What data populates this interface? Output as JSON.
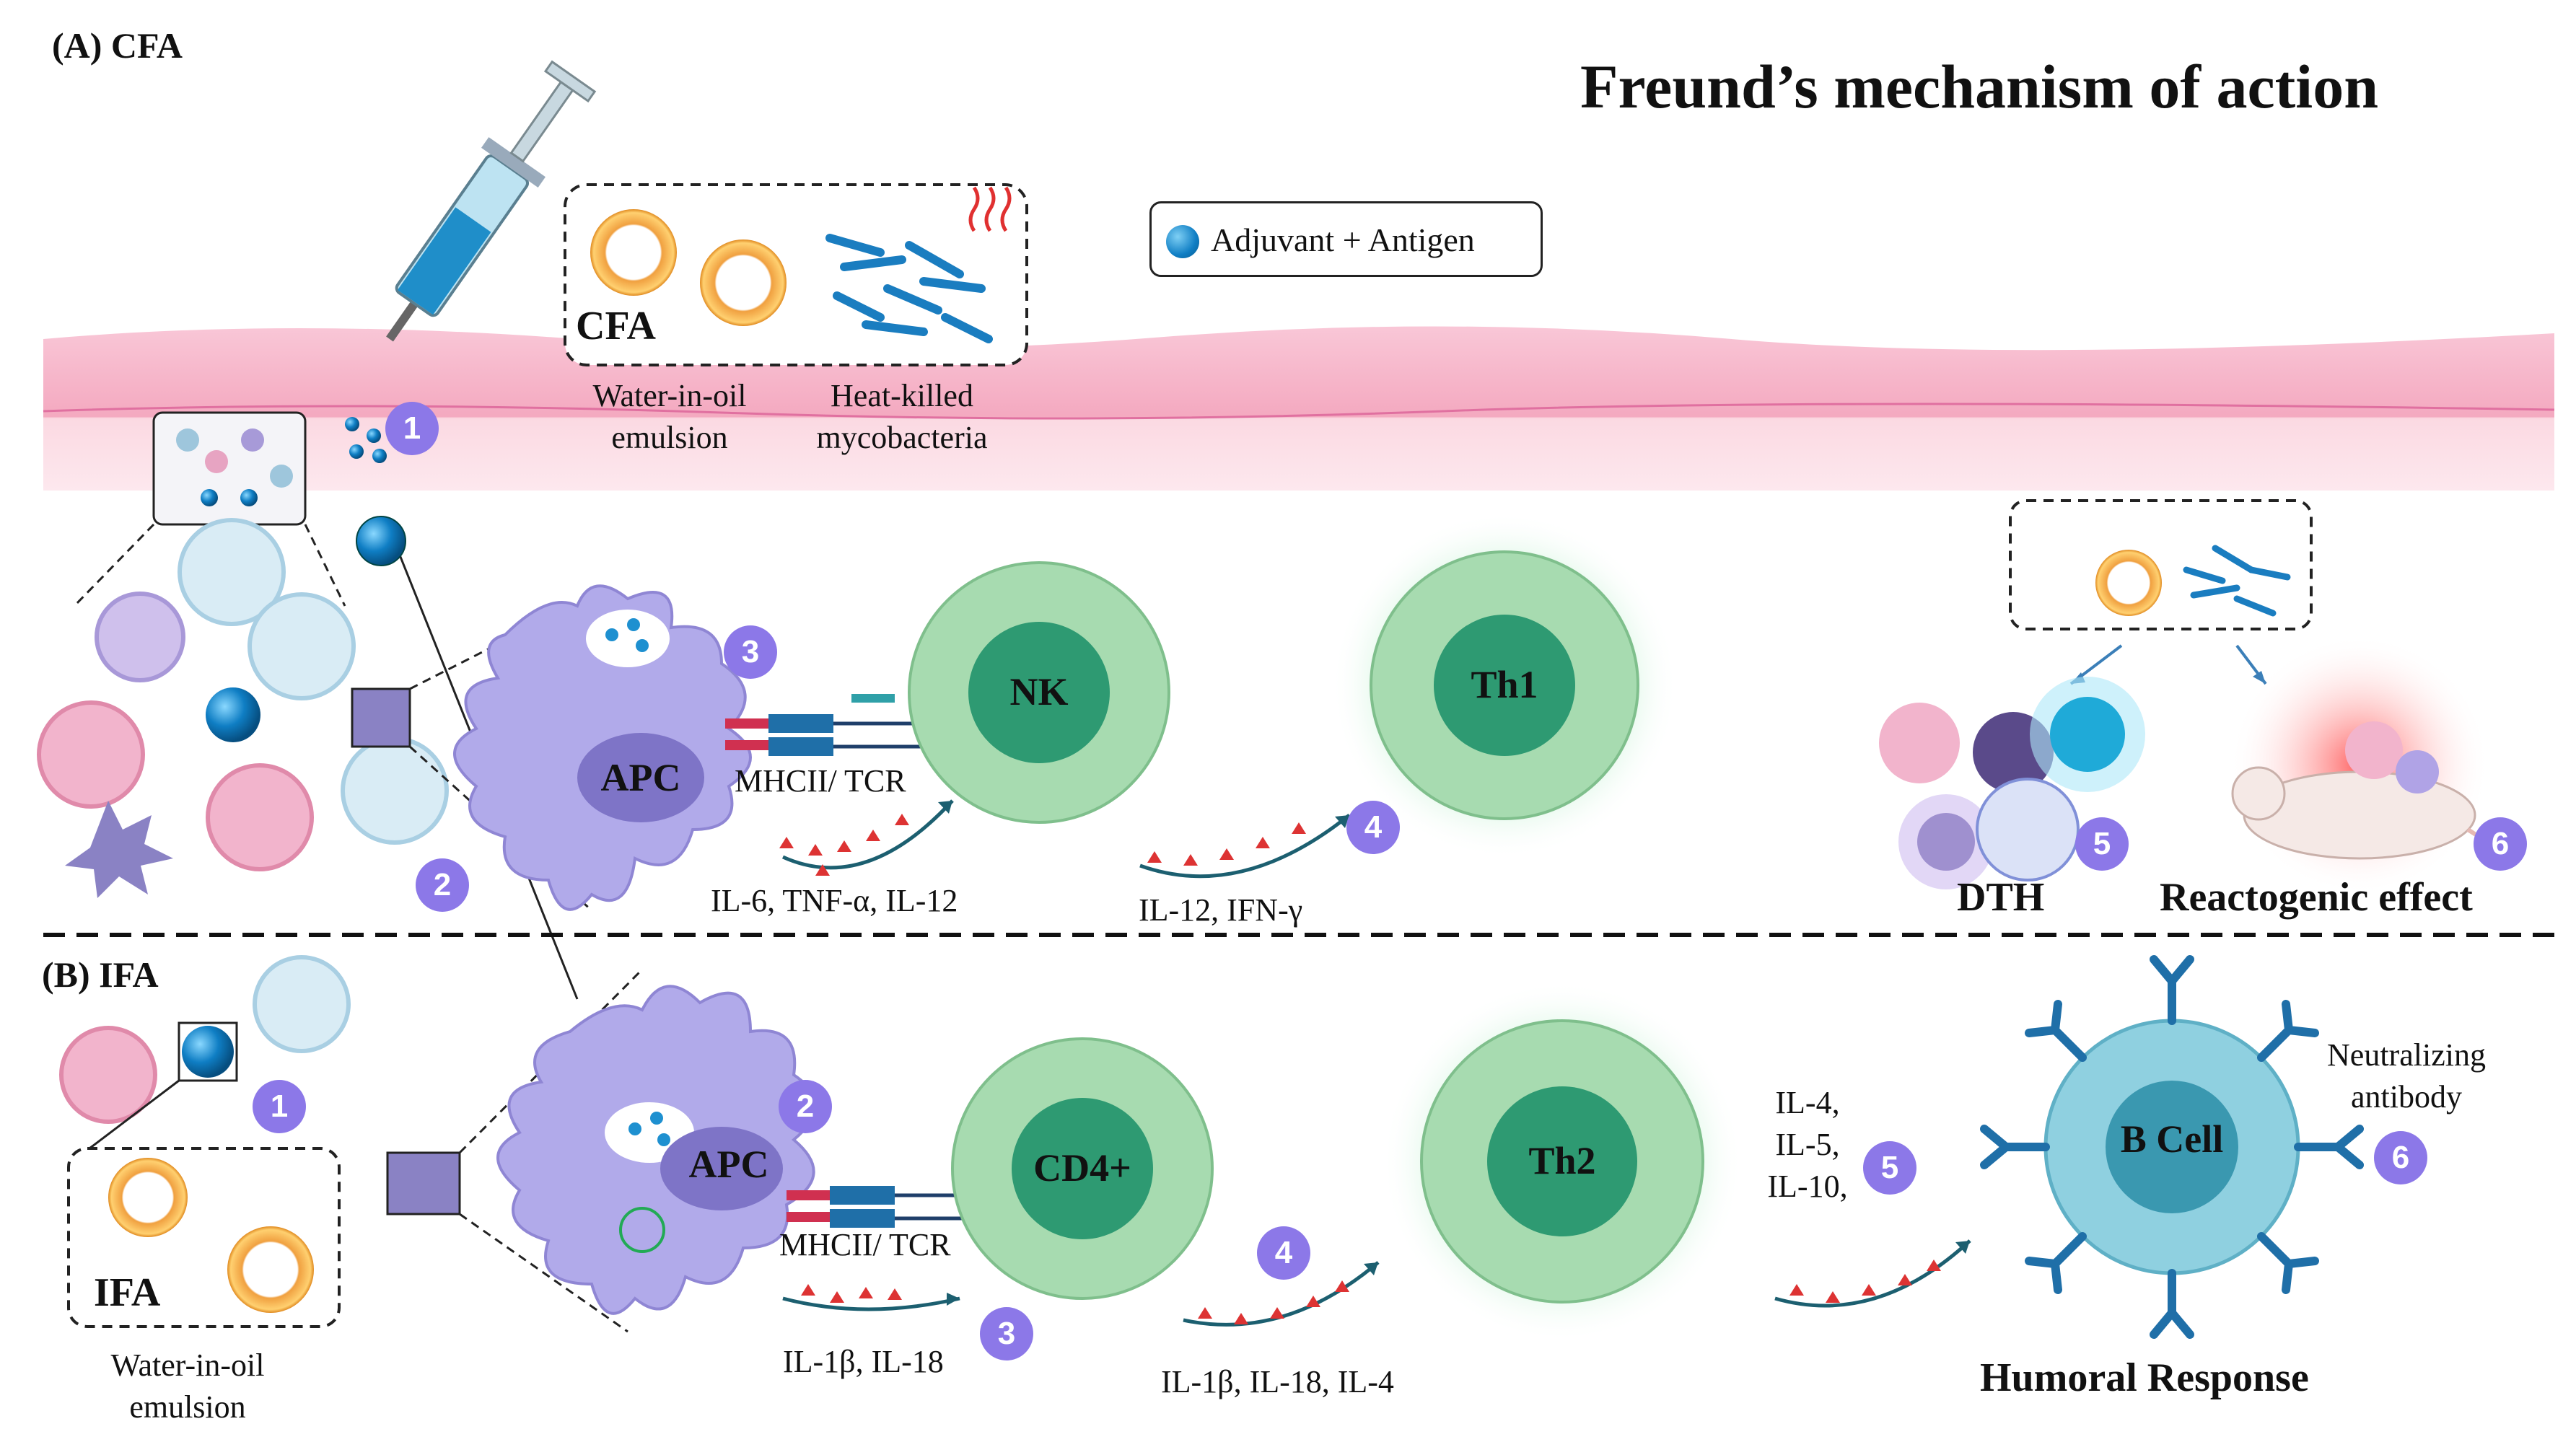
{
  "title": "Freund’s mechanism of action",
  "legend": {
    "label": "Adjuvant + Antigen"
  },
  "panel_a": {
    "heading": "(A) CFA",
    "box_label": "CFA",
    "emulsion_label_line1": "Water-in-oil",
    "emulsion_label_line2": "emulsion",
    "myco_label_line1": "Heat-killed",
    "myco_label_line2": "mycobacteria",
    "apc": "APC",
    "receptor": "MHCII/ TCR",
    "cell1": "NK",
    "cell2": "Th1",
    "cytokines1": "IL-6, TNF-α, IL-12",
    "cytokines2": "IL-12, IFN-γ",
    "dth": "DTH",
    "reactogenic": "Reactogenic effect",
    "steps": [
      "1",
      "2",
      "3",
      "4",
      "5",
      "6"
    ]
  },
  "panel_b": {
    "heading": "(B)  IFA",
    "box_label": "IFA",
    "emulsion_label_line1": "Water-in-oil",
    "emulsion_label_line2": "emulsion",
    "apc": "APC",
    "receptor": "MHCII/ TCR",
    "cell1": "CD4+",
    "cell2": "Th2",
    "cell3": "B Cell",
    "cytokines1": "IL-1β, IL-18",
    "cytokines2": "IL-1β, IL-18, IL-4",
    "cytokines3_line1": "IL-4,",
    "cytokines3_line2": "IL-5,",
    "cytokines3_line3": "IL-10,",
    "antibody_line1": "Neutralizing",
    "antibody_line2": "antibody",
    "humoral": "Humoral Response",
    "steps": [
      "1",
      "2",
      "3",
      "4",
      "5",
      "6"
    ]
  },
  "colors": {
    "badge": "#8c78e8",
    "cell_outer": "#a7dbb0",
    "cell_inner": "#2e9a72",
    "apc": "#b1aaea",
    "bcell": "#8fd0e0",
    "antibody": "#1f6fa8",
    "skin": "#f6b9cc"
  }
}
